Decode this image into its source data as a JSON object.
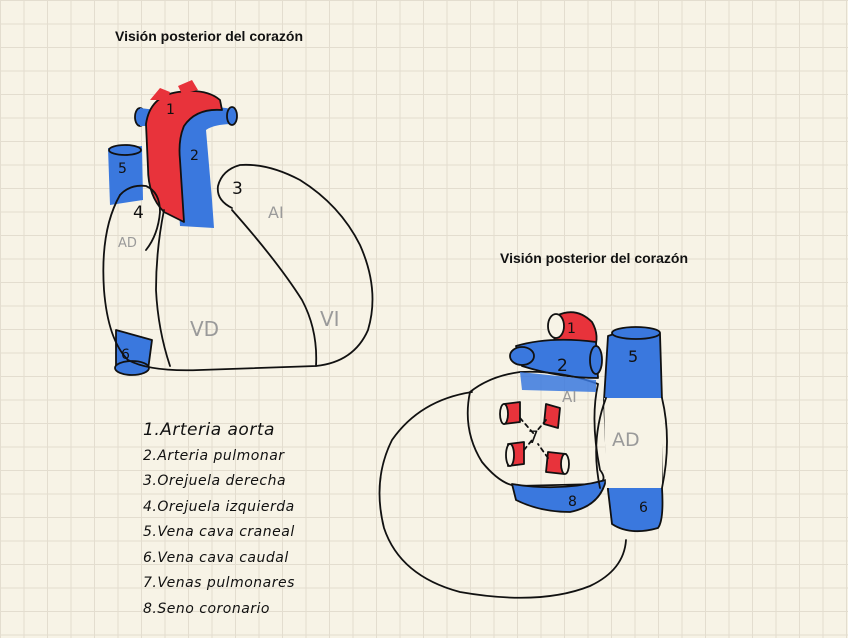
{
  "titles": [
    "Visión posterior del corazón",
    "Visión posterior del corazón"
  ],
  "figure1": {
    "markers": {
      "m1": "1",
      "m2": "2",
      "m3": "3",
      "m4": "4",
      "m5": "5",
      "m6": "6"
    },
    "regions": {
      "ad": "AD",
      "ai": "AI",
      "vd": "VD",
      "vi": "VI"
    }
  },
  "figure2": {
    "markers": {
      "m1": "1",
      "m2": "2",
      "m5": "5",
      "m6": "6",
      "m7": "7",
      "m8": "8"
    },
    "regions": {
      "ai": "AI",
      "ad": "AD"
    }
  },
  "legend": [
    {
      "num": "1.",
      "text": "Arteria aorta"
    },
    {
      "num": "2.",
      "text": "Arteria pulmonar"
    },
    {
      "num": "3.",
      "text": "Orejuela derecha"
    },
    {
      "num": "4.",
      "text": "Orejuela izquierda"
    },
    {
      "num": "5.",
      "text": "Vena cava craneal"
    },
    {
      "num": "6.",
      "text": "Vena cava caudal"
    },
    {
      "num": "7.",
      "text": "Venas pulmonares"
    },
    {
      "num": "8.",
      "text": "Seno coronario"
    }
  ],
  "colors": {
    "artery": "#e8333b",
    "vein": "#3a78de",
    "outline": "#111111",
    "paper": "#f7f3e6",
    "grid": "#e3ddcf"
  }
}
